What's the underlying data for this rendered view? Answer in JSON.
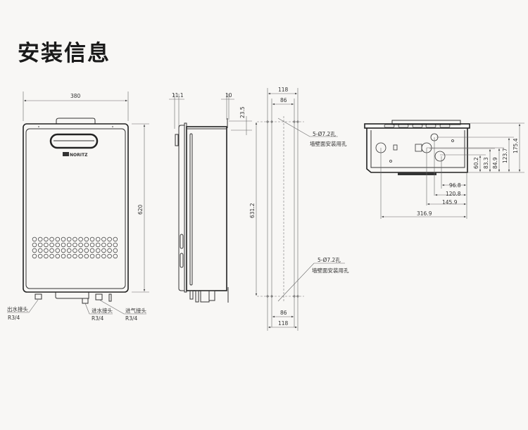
{
  "page": {
    "title": "安装信息"
  },
  "front_view": {
    "brand": "NORITZ",
    "width_dim": "380",
    "height_dim": "620",
    "labels": [
      {
        "name": "出水接头",
        "spec": "R3/4"
      },
      {
        "name": "进水接头",
        "spec": "R3/4"
      },
      {
        "name": "进气接头",
        "spec": "R3/4"
      }
    ]
  },
  "side_view": {
    "dim_left": "11.1",
    "dim_right": "10",
    "dim_top": "23.5"
  },
  "wall_holes": {
    "outer_width": "118",
    "inner_width": "86",
    "height": "631.2",
    "hole_spec": "5-Ø7.2孔",
    "hole_desc": "墙壁面安装用孔"
  },
  "bottom_view": {
    "horizontal_dims": [
      "96.8",
      "120.8",
      "145.9",
      "316.9"
    ],
    "vertical_dims": [
      "60.2",
      "83.3",
      "84.9",
      "123.7",
      "175.4"
    ]
  }
}
